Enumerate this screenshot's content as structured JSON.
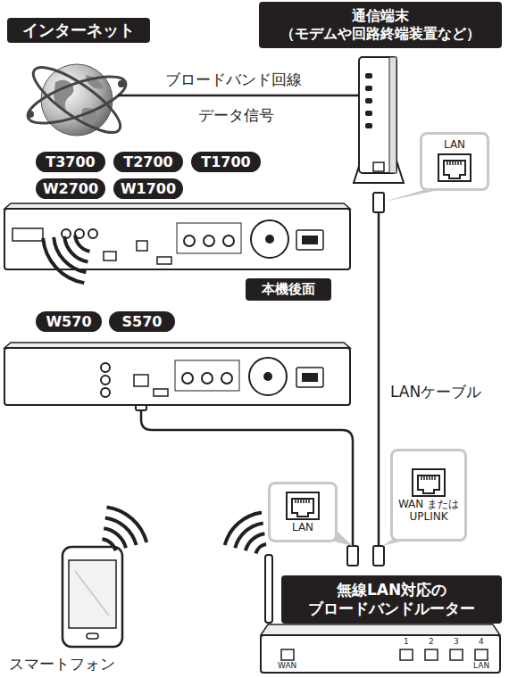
{
  "diagram": {
    "nodes": [
      {
        "text": [
          "インターネット"
        ]
      },
      {
        "text": [
          "通信端末 （モデムや回路終端装置など）"
        ]
      },
      {
        "text": [
          "LAN"
        ]
      },
      {
        "text": [
          "T3700"
        ]
      },
      {
        "text": [
          "T2700"
        ]
      },
      {
        "text": [
          "T1700"
        ]
      },
      {
        "text": [
          "W2700"
        ]
      },
      {
        "text": [
          "W1700"
        ]
      },
      {
        "text": [
          "本機後面"
        ]
      },
      {
        "text": [
          "W570"
        ]
      },
      {
        "text": [
          "S570"
        ]
      },
      {
        "text": [
          "WAN または UPLINK"
        ]
      },
      {
        "text": [
          "LAN"
        ]
      },
      {
        "text": [
          "無線LAN対応の ブロードバンドルーター"
        ]
      }
    ],
    "labels": [
      "ブロードバンド回線",
      "データ信号",
      "LANケーブル",
      "スマートフォン",
      "WAN",
      "1",
      "2",
      "3",
      "4",
      "LAN"
    ]
  }
}
